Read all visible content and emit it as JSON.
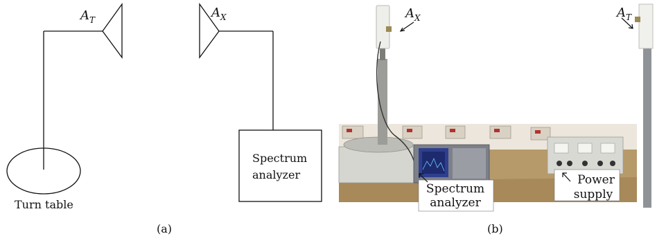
{
  "diagram_a": {
    "antenna_tx": {
      "base": "A",
      "sub": "T"
    },
    "antenna_rx": {
      "base": "A",
      "sub": "X"
    },
    "analyzer_line1": "Spectrum",
    "analyzer_line2": "analyzer",
    "turntable_label": "Turn table",
    "caption": "(a)"
  },
  "photo_b": {
    "antenna_rx": {
      "base": "A",
      "sub": "X"
    },
    "antenna_tx": {
      "base": "A",
      "sub": "T"
    },
    "analyzer_line1": "Spectrum",
    "analyzer_line2": "analyzer",
    "power_line1": "Power",
    "power_line2": "supply",
    "caption": "(b)"
  }
}
